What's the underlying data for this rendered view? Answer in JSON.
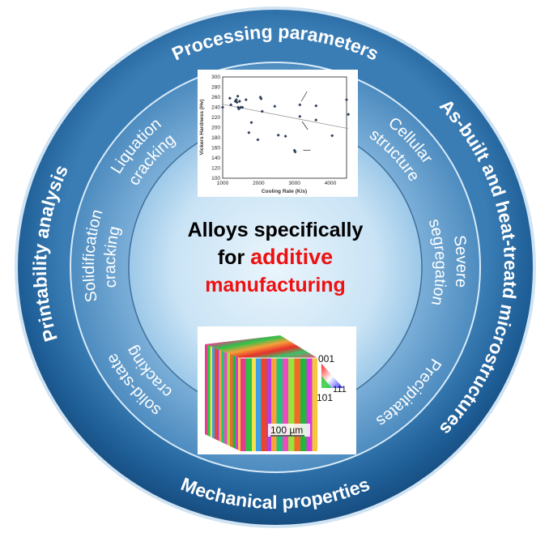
{
  "outer_ring": {
    "top": "Processing parameters",
    "left": "Printability analysis",
    "right": "As-built and heat-treatd microstructures",
    "bottom": "Mechanical properties"
  },
  "inner_ring": [
    {
      "line1": "Liquation",
      "line2": "cracking"
    },
    {
      "line1": "Cellular",
      "line2": "structure"
    },
    {
      "line1": "Severe",
      "line2": "segregation"
    },
    {
      "line1": "Precipitates",
      "line2": ""
    },
    {
      "line1": "solid-state",
      "line2": "cracking"
    },
    {
      "line1": "Solidification",
      "line2": "cracking"
    }
  ],
  "center": {
    "line1": "Alloys specifically",
    "line2_black": "for ",
    "line2_red": "additive",
    "line3": "manufacturing"
  },
  "colors": {
    "accent_red": "#ee1111",
    "outer_blue": "#1d5c94",
    "mid_blue": "#5e98c8"
  },
  "ebsd": {
    "label_001": "001",
    "label_101": "101",
    "label_111": "111",
    "scale_bar": "100 µm"
  },
  "chart_data": {
    "type": "scatter",
    "title": "",
    "xlabel": "Cooling Rate (K/s)",
    "ylabel": "Vickers Hardness (Hv)",
    "xlim": [
      1000,
      4500
    ],
    "ylim": [
      100,
      300
    ],
    "xticks": [
      1000,
      2000,
      3000,
      4000
    ],
    "yticks": [
      100,
      120,
      140,
      160,
      180,
      200,
      220,
      240,
      260,
      280,
      300
    ],
    "points": [
      [
        1000,
        240
      ],
      [
        1200,
        258
      ],
      [
        1230,
        245
      ],
      [
        1350,
        252
      ],
      [
        1380,
        255
      ],
      [
        1400,
        250
      ],
      [
        1420,
        262
      ],
      [
        1430,
        240
      ],
      [
        1450,
        237
      ],
      [
        1470,
        252
      ],
      [
        1500,
        240
      ],
      [
        1550,
        240
      ],
      [
        1650,
        255
      ],
      [
        1730,
        190
      ],
      [
        1800,
        210
      ],
      [
        1980,
        176
      ],
      [
        2050,
        260
      ],
      [
        2070,
        257
      ],
      [
        2100,
        232
      ],
      [
        2450,
        242
      ],
      [
        2550,
        185
      ],
      [
        2750,
        183
      ],
      [
        3000,
        155
      ],
      [
        3020,
        152
      ],
      [
        3150,
        245
      ],
      [
        3150,
        222
      ],
      [
        3600,
        243
      ],
      [
        3600,
        215
      ],
      [
        4050,
        184
      ],
      [
        4450,
        255
      ],
      [
        4500,
        226
      ]
    ],
    "trend_line": [
      [
        1000,
        246
      ],
      [
        4500,
        198
      ]
    ],
    "arrows_to": [
      [
        3170,
        252
      ],
      [
        3190,
        212
      ],
      [
        3220,
        155
      ]
    ]
  }
}
